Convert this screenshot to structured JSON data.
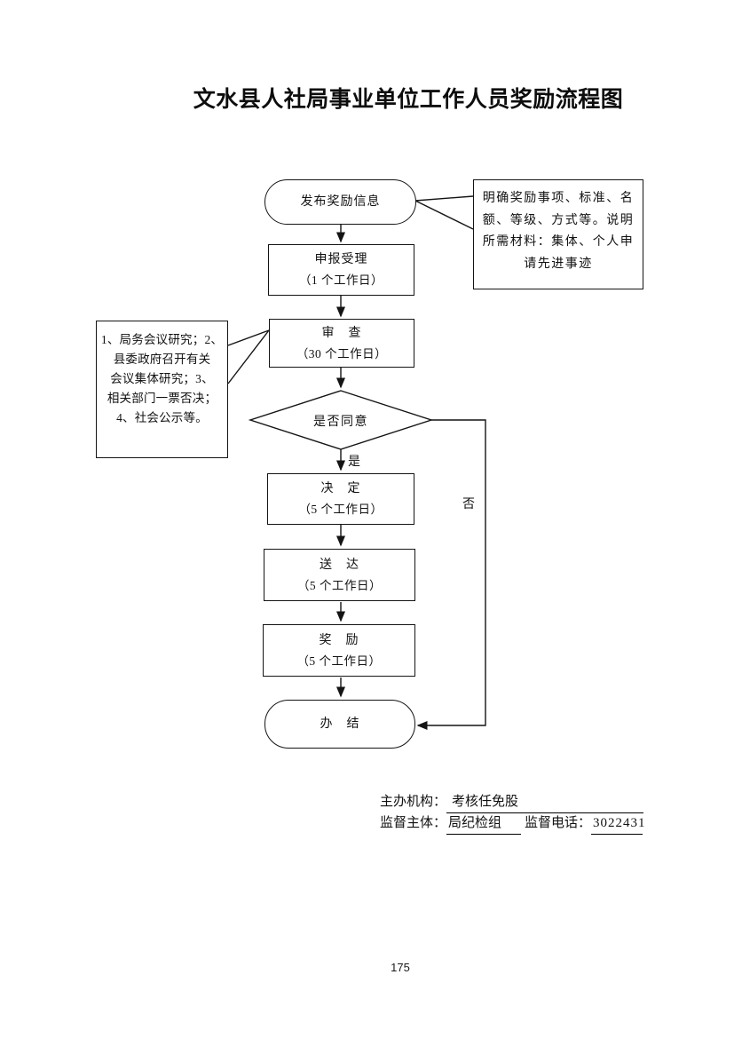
{
  "page": {
    "title": "文水县人社局事业单位工作人员奖励流程图",
    "page_number": "175"
  },
  "flowchart": {
    "start": {
      "label": "发布奖励信息"
    },
    "note_right": {
      "lines": [
        "明确奖励事项、标准、名",
        "额、等级、方式等。说明",
        "所需材料：集体、个人申",
        "请先进事迹"
      ]
    },
    "note_left": {
      "lines": [
        "1、局务会议研究；2、",
        "县委政府召开有关",
        "会议集体研究；3、",
        "相关部门一票否决；",
        "4、社会公示等。"
      ]
    },
    "steps": [
      {
        "label": "申报受理",
        "duration": "（1 个工作日）"
      },
      {
        "label": "审　查",
        "duration": "（30 个工作日）"
      },
      {
        "label": "决　定",
        "duration": "（5 个工作日）"
      },
      {
        "label": "送　达",
        "duration": "（5 个工作日）"
      },
      {
        "label": "奖　励",
        "duration": "（5 个工作日）"
      }
    ],
    "decision": {
      "label": "是否同意",
      "yes": "是",
      "no": "否"
    },
    "end": {
      "label": "办　结"
    }
  },
  "footer": {
    "host_label": "主办机构：",
    "host_value": "考核任免股",
    "supervisor_label": "监督主体：",
    "supervisor_value": "局纪检组",
    "phone_label": "监督电话：",
    "phone_value": "3022431"
  }
}
